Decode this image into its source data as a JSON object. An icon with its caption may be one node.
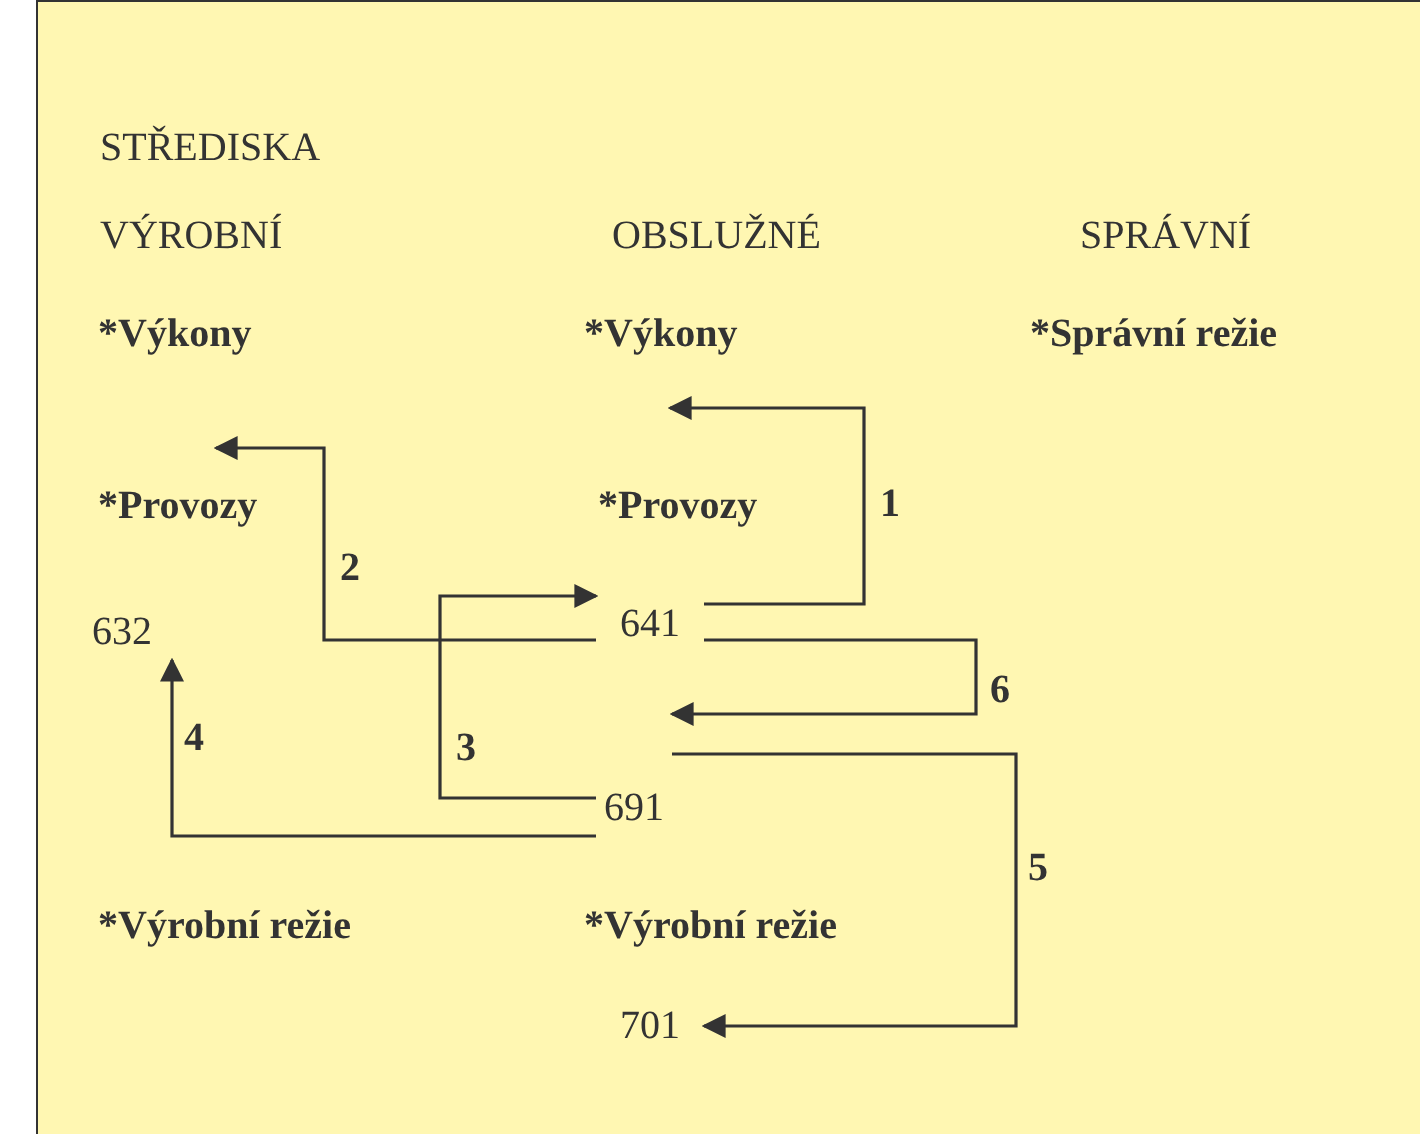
{
  "diagram": {
    "nodes": [
      {
        "text": [
          "632"
        ]
      },
      {
        "text": [
          "641"
        ]
      },
      {
        "text": [
          "691"
        ]
      },
      {
        "text": [
          "701"
        ]
      }
    ],
    "edges": [
      {
        "from": 1,
        "to": null,
        "arrow": "to",
        "label": "1"
      },
      {
        "from": 1,
        "to": null,
        "arrow": "to",
        "label": "2"
      },
      {
        "from": 2,
        "to": 1,
        "arrow": "to",
        "label": "3"
      },
      {
        "from": 2,
        "to": 0,
        "arrow": "to",
        "label": "4"
      },
      {
        "from": 2,
        "to": 3,
        "arrow": "to",
        "label": "5"
      },
      {
        "from": 1,
        "to": 2,
        "arrow": "to",
        "label": "6"
      }
    ],
    "labels": [
      "STŘEDISKA",
      "VÝROBNÍ",
      "OBSLUŽNÉ",
      "SPRÁVNÍ",
      "*Výkony",
      "*Výkony",
      "*Správní režie",
      "*Provozy",
      "*Provozy",
      "*Výrobní režie",
      "*Výrobní režie"
    ]
  }
}
